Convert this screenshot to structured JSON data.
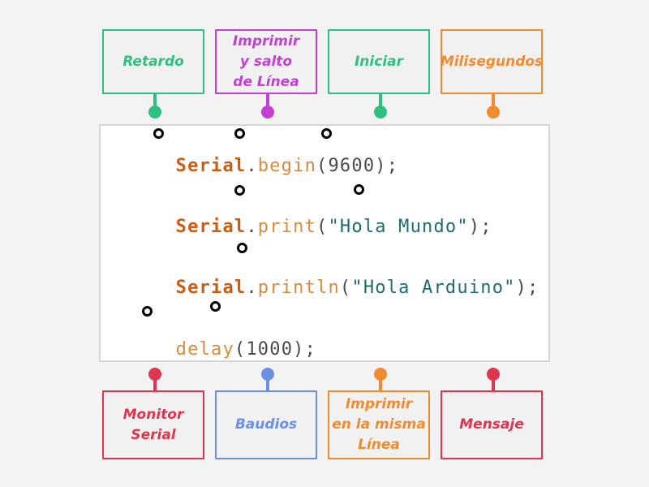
{
  "top_labels": [
    {
      "text": "Retardo",
      "color": "#2fbf80"
    },
    {
      "text": "Imprimir\ny salto\nde Línea",
      "color": "#c43fd3"
    },
    {
      "text": "Iniciar",
      "color": "#2fbf80"
    },
    {
      "text": "Milisegundos",
      "color": "#f28a2e"
    }
  ],
  "bottom_labels": [
    {
      "text": "Monitor\nSerial",
      "color": "#e0344f"
    },
    {
      "text": "Baudios",
      "color": "#6b8fe6"
    },
    {
      "text": "Imprimir\nen la misma\nLínea",
      "color": "#f28a2e"
    },
    {
      "text": "Mensaje",
      "color": "#e0344f"
    }
  ],
  "code": {
    "line1": {
      "obj": "Serial",
      "dot": ".",
      "method": "begin",
      "open": "(",
      "arg": "9600",
      "close": ");"
    },
    "line2": {
      "obj": "Serial",
      "dot": ".",
      "method": "print",
      "open": "(",
      "arg": "\"Hola Mundo\"",
      "close": ");"
    },
    "line3": {
      "obj": "Serial",
      "dot": ".",
      "method": "println",
      "open": "(",
      "arg": "\"Hola Arduino\"",
      "close": ");"
    },
    "line4": {
      "method": "delay",
      "open": "(",
      "arg": "1000",
      "close": ");"
    }
  }
}
